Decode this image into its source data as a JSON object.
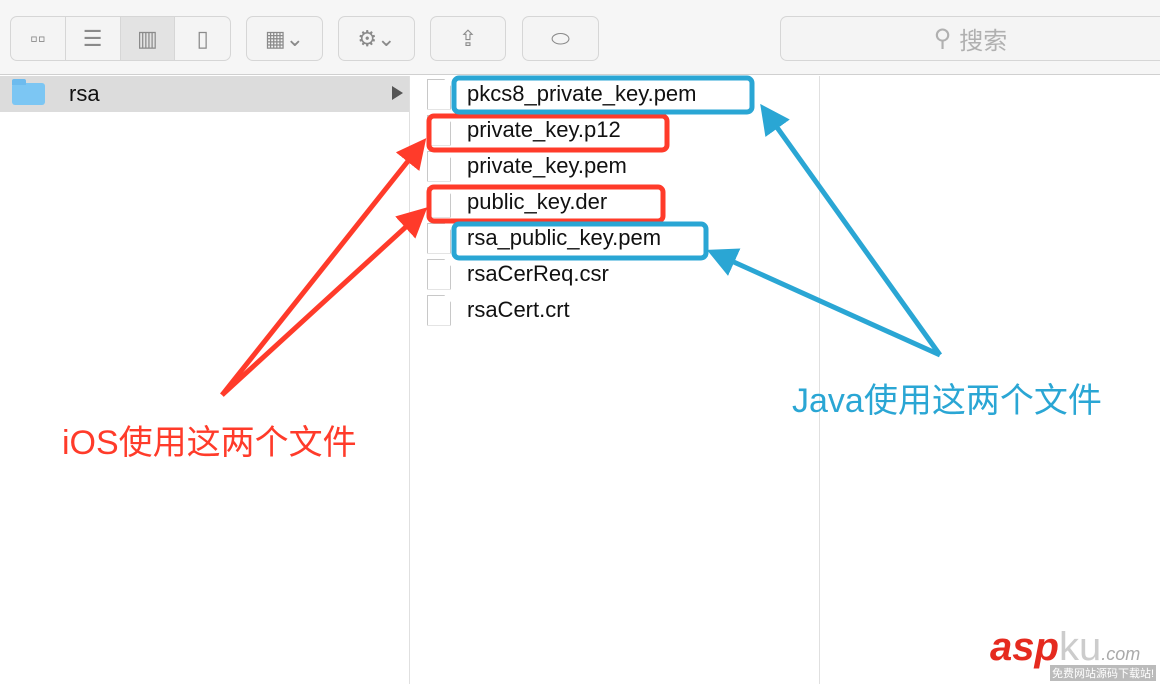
{
  "toolbar": {
    "view_buttons": [
      "icon-view",
      "list-view",
      "column-view",
      "cover-flow-view"
    ],
    "search_placeholder": "搜索"
  },
  "sidebar": {
    "folder": "rsa"
  },
  "files": [
    "pkcs8_private_key.pem",
    "private_key.p12",
    "private_key.pem",
    "public_key.der",
    "rsa_public_key.pem",
    "rsaCerReq.csr",
    "rsaCert.crt"
  ],
  "annotations": {
    "ios": "iOS使用这两个文件",
    "java": "Java使用这两个文件"
  },
  "colors": {
    "ios": "#ff3b2a",
    "java": "#2aa6d4"
  },
  "watermark": {
    "brand_a": "asp",
    "brand_b": "ku",
    "domain": ".com",
    "slogan": "免费网站源码下载站!"
  }
}
